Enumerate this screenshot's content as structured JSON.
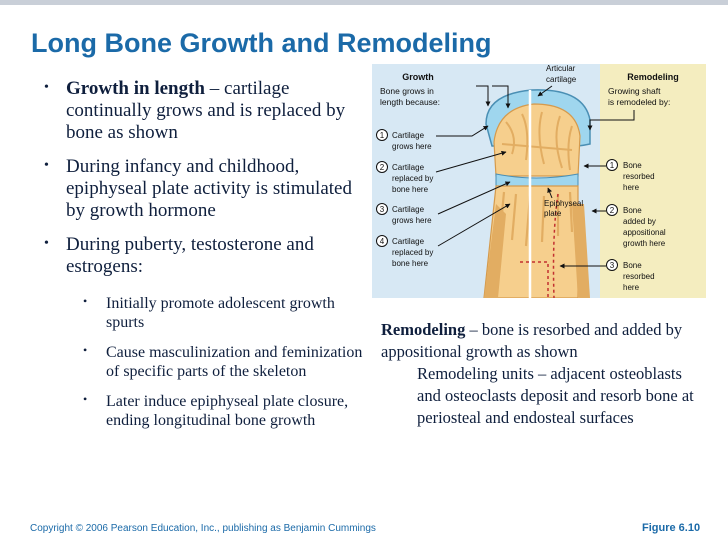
{
  "slide": {
    "title": "Long Bone Growth and Remodeling",
    "bullets": {
      "b1_bold": "Growth in length",
      "b1_rest": " – cartilage continually grows and is replaced by bone as shown",
      "b2": "During infancy and childhood, epiphyseal plate activity is stimulated by growth hormone",
      "b3": "During puberty, testosterone and estrogens:",
      "sub1": "Initially promote adolescent growth spurts",
      "sub2": "Cause masculinization and feminization of specific parts of the skeleton",
      "sub3": "Later induce epiphyseal plate closure, ending longitudinal bone growth"
    },
    "remodeling": {
      "bold": "Remodeling",
      "rest": " – bone is resorbed and added by appositional growth as shown",
      "units": "Remodeling units – adjacent osteoblasts and osteoclasts deposit and resorb bone at periosteal and endosteal surfaces"
    },
    "footer": {
      "copyright": "Copyright © 2006 Pearson Education, Inc., publishing as Benjamin Cummings",
      "figure": "Figure 6.10"
    }
  },
  "figure": {
    "growth_header": "Growth",
    "growth_sub1": "Bone grows in",
    "growth_sub2": "length because:",
    "remodel_header": "Remodeling",
    "remodel_sub1": "Growing shaft",
    "remodel_sub2": "is remodeled by:",
    "articular1": "Articular",
    "articular2": "cartilage",
    "epiphyseal1": "Epiphyseal",
    "epiphyseal2": "plate",
    "growth_steps": [
      {
        "num": "1",
        "l1": "Cartilage",
        "l2": "grows here",
        "l3": ""
      },
      {
        "num": "2",
        "l1": "Cartilage",
        "l2": "replaced by",
        "l3": "bone here"
      },
      {
        "num": "3",
        "l1": "Cartilage",
        "l2": "grows here",
        "l3": ""
      },
      {
        "num": "4",
        "l1": "Cartilage",
        "l2": "replaced by",
        "l3": "bone here"
      }
    ],
    "remodel_steps": [
      {
        "num": "1",
        "l1": "Bone",
        "l2": "resorbed",
        "l3": "here",
        "l4": ""
      },
      {
        "num": "2",
        "l1": "Bone",
        "l2": "added by",
        "l3": "appositional",
        "l4": "growth here"
      },
      {
        "num": "3",
        "l1": "Bone",
        "l2": "resorbed",
        "l3": "here",
        "l4": ""
      }
    ],
    "colors": {
      "panel": "#d7e8f4",
      "remodel_panel": "#f4edbf",
      "bone": "#f6cf8d",
      "bone_dark": "#e2ad62",
      "cartilage": "#9fd6ee",
      "marrow_line": "#c23030"
    }
  }
}
